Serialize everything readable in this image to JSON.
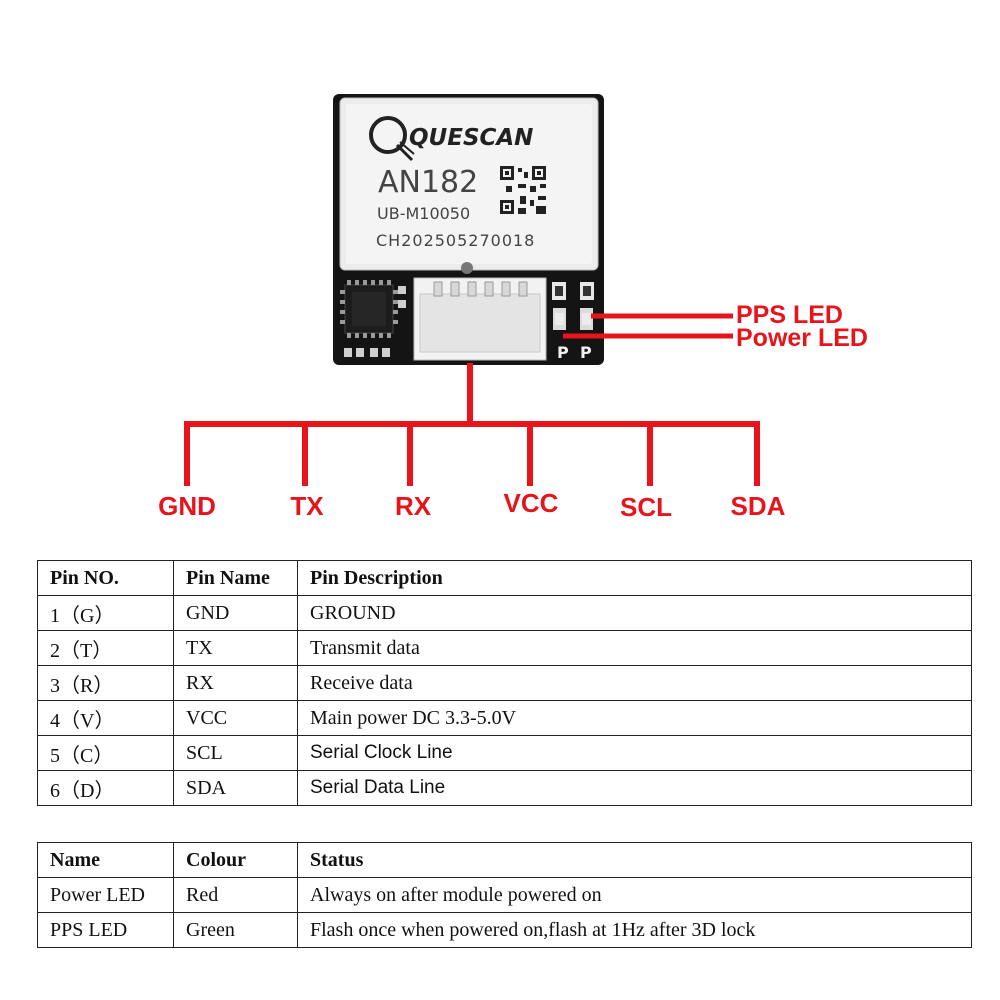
{
  "module": {
    "brand": "QUESCAN",
    "model": "AN182",
    "chip": "UB-M10050",
    "serial": "CH202505270018",
    "led_marks": [
      "P",
      "P"
    ]
  },
  "callouts": {
    "pps_led": "PPS LED",
    "power_led": "Power LED",
    "pins": [
      "GND",
      "TX",
      "RX",
      "VCC",
      "SCL",
      "SDA"
    ]
  },
  "pin_table": {
    "headers": [
      "Pin NO.",
      "Pin Name",
      "Pin Description"
    ],
    "rows": [
      [
        "1（G）",
        "GND",
        "GROUND"
      ],
      [
        "2（T）",
        "TX",
        "Transmit data"
      ],
      [
        "3（R）",
        "RX",
        "Receive data"
      ],
      [
        "4（V）",
        "VCC",
        "Main power DC 3.3-5.0V"
      ],
      [
        "5（C）",
        "SCL",
        "Serial Clock Line"
      ],
      [
        "6（D）",
        "SDA",
        "Serial Data Line"
      ]
    ]
  },
  "led_table": {
    "headers": [
      "Name",
      "Colour",
      "Status"
    ],
    "rows": [
      [
        "Power LED",
        "Red",
        "Always on after module powered on"
      ],
      [
        "PPS LED",
        "Green",
        "Flash once when powered on,flash at 1Hz after 3D lock"
      ]
    ]
  },
  "colors": {
    "callout": "#e8141b",
    "board": "#111111",
    "shield": "#e9e9e9"
  }
}
